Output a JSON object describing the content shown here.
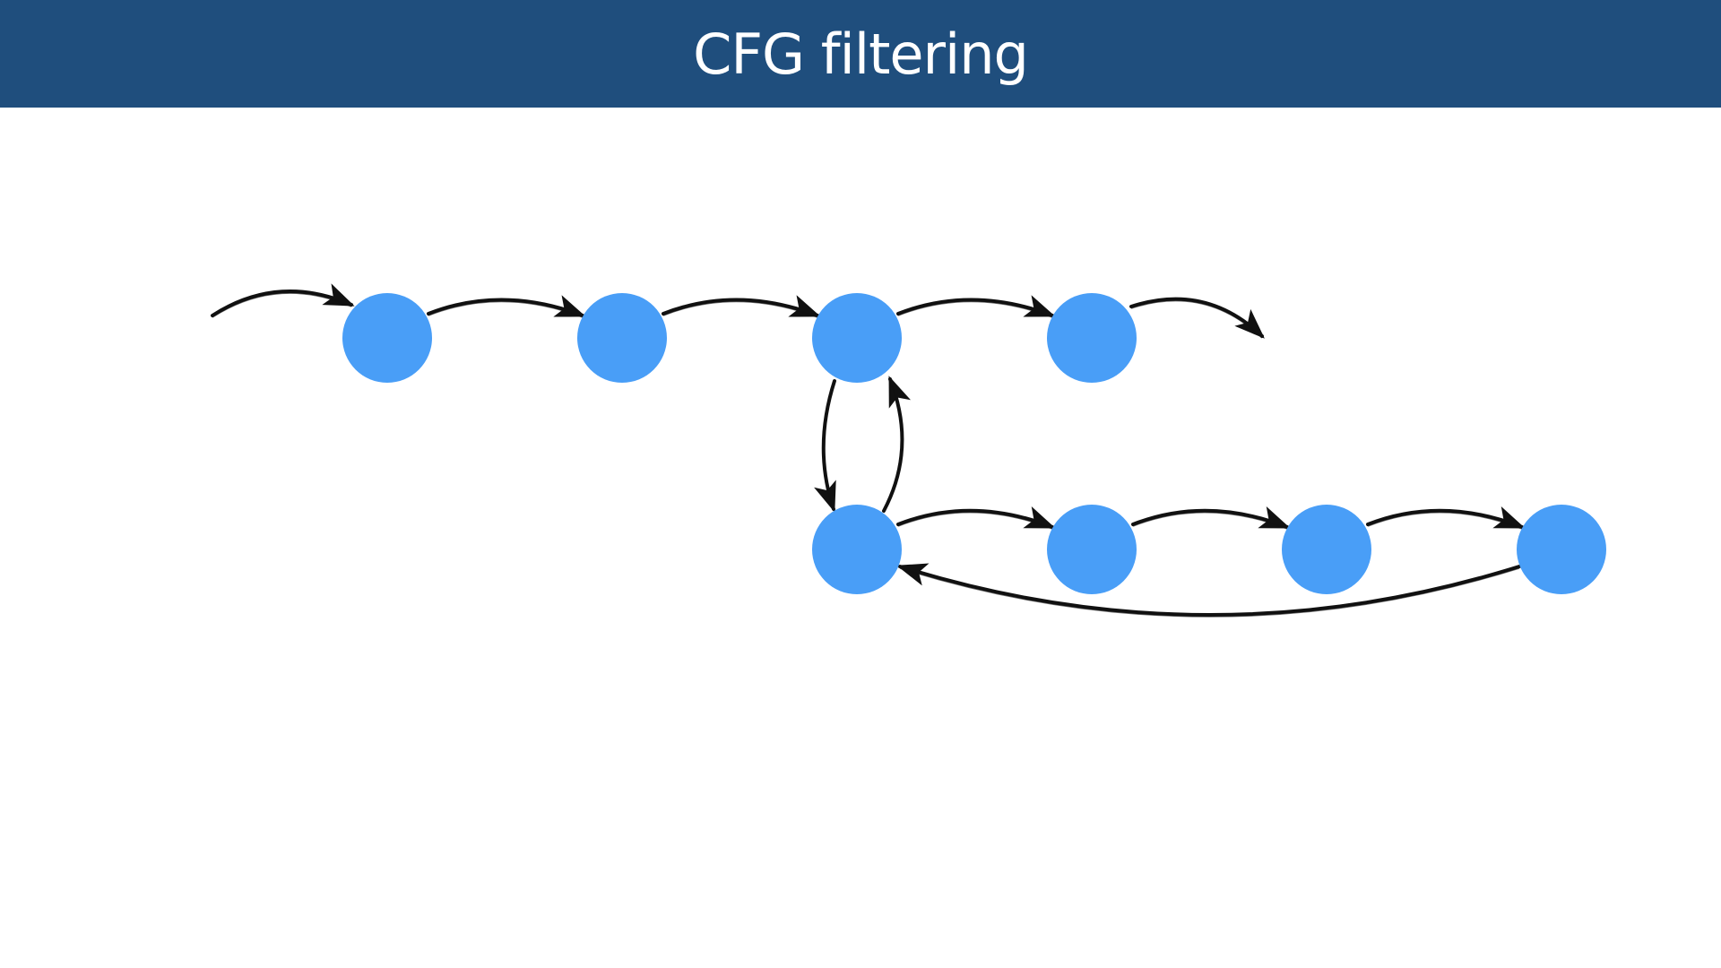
{
  "slide": {
    "title": "CFG filtering"
  },
  "colors": {
    "title_bar": "#1f4e7d",
    "title_text": "#ffffff",
    "node_fill": "#499ef7",
    "edge_stroke": "#111111"
  },
  "diagram": {
    "nodes": [
      {
        "id": "n1"
      },
      {
        "id": "n2"
      },
      {
        "id": "n3"
      },
      {
        "id": "n4"
      },
      {
        "id": "n5"
      },
      {
        "id": "n6"
      },
      {
        "id": "n7"
      },
      {
        "id": "n8"
      }
    ],
    "edges": [
      {
        "from": "entry",
        "to": "n1"
      },
      {
        "from": "n1",
        "to": "n2"
      },
      {
        "from": "n2",
        "to": "n3"
      },
      {
        "from": "n3",
        "to": "n4"
      },
      {
        "from": "n4",
        "to": "exit"
      },
      {
        "from": "n3",
        "to": "n5"
      },
      {
        "from": "n5",
        "to": "n3"
      },
      {
        "from": "n5",
        "to": "n6"
      },
      {
        "from": "n6",
        "to": "n7"
      },
      {
        "from": "n7",
        "to": "n8"
      },
      {
        "from": "n8",
        "to": "n5"
      }
    ]
  }
}
